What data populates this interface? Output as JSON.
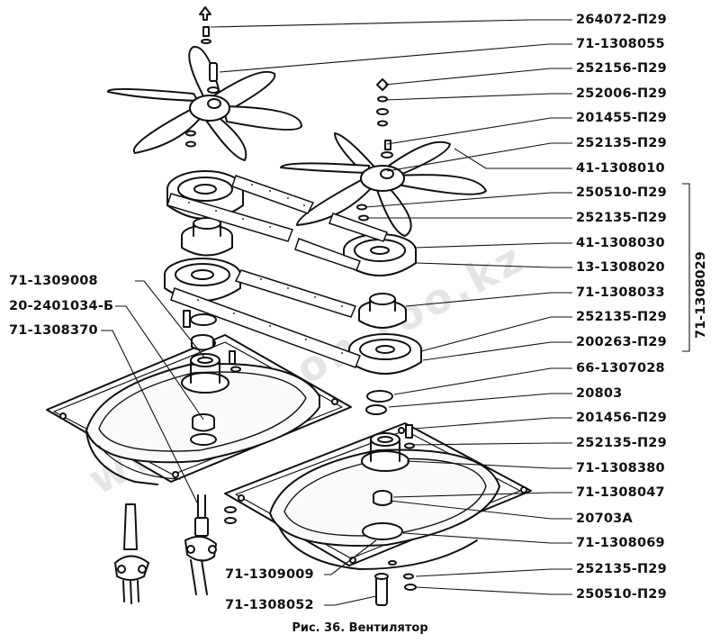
{
  "caption": "Рис. 36. Вентилятор",
  "watermark": "www.simon-too.kz",
  "bracket_label": "71-1308029",
  "labels": [
    "264072-П29",
    "71-1308055",
    "252156-П29",
    "252006-П29",
    "201455-П29",
    "252135-П29",
    "41-1308010",
    "250510-П29",
    "252135-П29",
    "41-1308030",
    "13-1308020",
    "71-1308033",
    "252135-П29",
    "200263-П29",
    "66-1307028",
    "20803",
    "201456-П29",
    "252135-П29",
    "71-1308380",
    "71-1308047",
    "20703А",
    "71-1308069",
    "252135-П29",
    "250510-П29",
    "71-1309008",
    "20-2401034-Б",
    "71-1308370",
    "71-1309009",
    "71-1308052"
  ]
}
